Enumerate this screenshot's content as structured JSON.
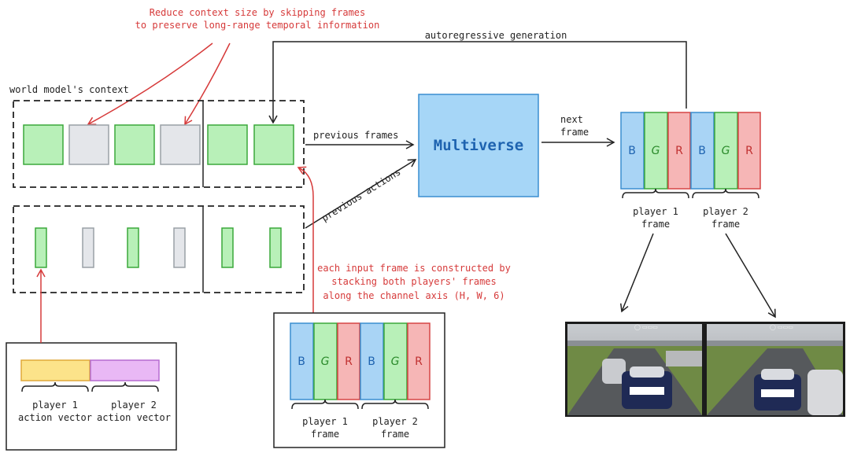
{
  "annotation_top": [
    "Reduce context size by skipping frames",
    "to preserve long-range temporal information"
  ],
  "context_label": "world model's context",
  "autoregressive_label": "autoregressive generation",
  "previous_frames_label": "previous frames",
  "previous_actions_label": "previous actions",
  "model_name": "Multiverse",
  "next_frame_label": [
    "next",
    "frame"
  ],
  "channels": [
    "B",
    "G",
    "R",
    "B",
    "G",
    "R"
  ],
  "player1_frame_label": [
    "player 1",
    "frame"
  ],
  "player2_frame_label": [
    "player 2",
    "frame"
  ],
  "annotation_stack": [
    "each input frame is constructed by",
    "stacking both players' frames",
    "along the channel axis (H, W, 6)"
  ],
  "player1_action_label": [
    "player 1",
    "action vector"
  ],
  "player2_action_label": [
    "player 2",
    "action vector"
  ],
  "colors": {
    "frame_green": "#b8f0b8",
    "frame_green_border": "#3aa83a",
    "skipped_gray": "#e4e6ea",
    "model_blue": "#a6d6f7",
    "channel_B": "#a9d4f5",
    "channel_G": "#b8f0b8",
    "channel_R": "#f6b6b6",
    "action_p1": "#fce38a",
    "action_p2": "#e9b8f5",
    "annotation_red": "#d63a3a"
  }
}
